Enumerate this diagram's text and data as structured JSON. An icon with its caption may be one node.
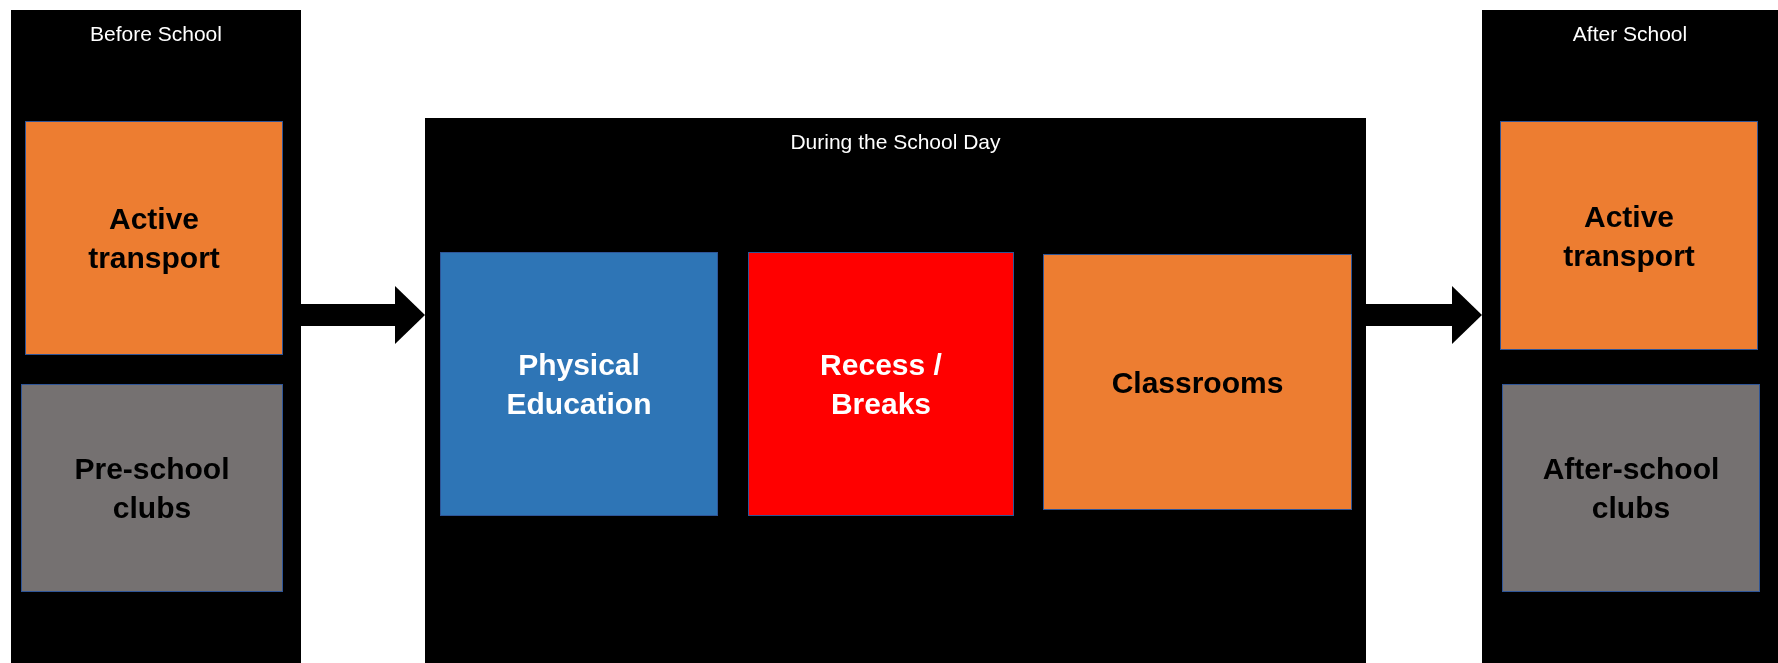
{
  "diagram": {
    "nodes": [
      {
        "text": [
          "Before School"
        ]
      },
      {
        "text": [
          "Active transport"
        ],
        "in": 0
      },
      {
        "text": [
          "Pre-school clubs"
        ],
        "in": 0
      },
      {
        "text": [
          "During the School Day"
        ]
      },
      {
        "text": [
          "Physical Education"
        ],
        "in": 3
      },
      {
        "text": [
          "Recess / Breaks"
        ],
        "in": 3
      },
      {
        "text": [
          "Classrooms"
        ],
        "in": 3
      },
      {
        "text": [
          "After School"
        ]
      },
      {
        "text": [
          "Active transport"
        ],
        "in": 7
      },
      {
        "text": [
          "After-school clubs"
        ],
        "in": 7
      }
    ],
    "edges": [
      {
        "from": 0,
        "to": 3,
        "arrow": "to"
      },
      {
        "from": 3,
        "to": 7,
        "arrow": "to"
      }
    ]
  }
}
